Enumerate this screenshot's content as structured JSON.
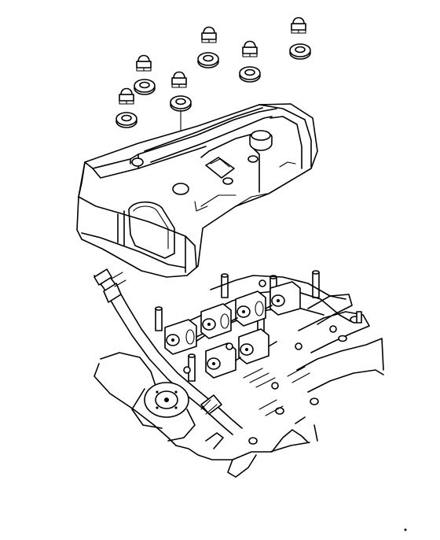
{
  "figure": {
    "parts": [
      "cap-nut",
      "sealing-washer",
      "cylinder-head-cover",
      "cylinder-head-assembly",
      "breather-hose"
    ]
  }
}
